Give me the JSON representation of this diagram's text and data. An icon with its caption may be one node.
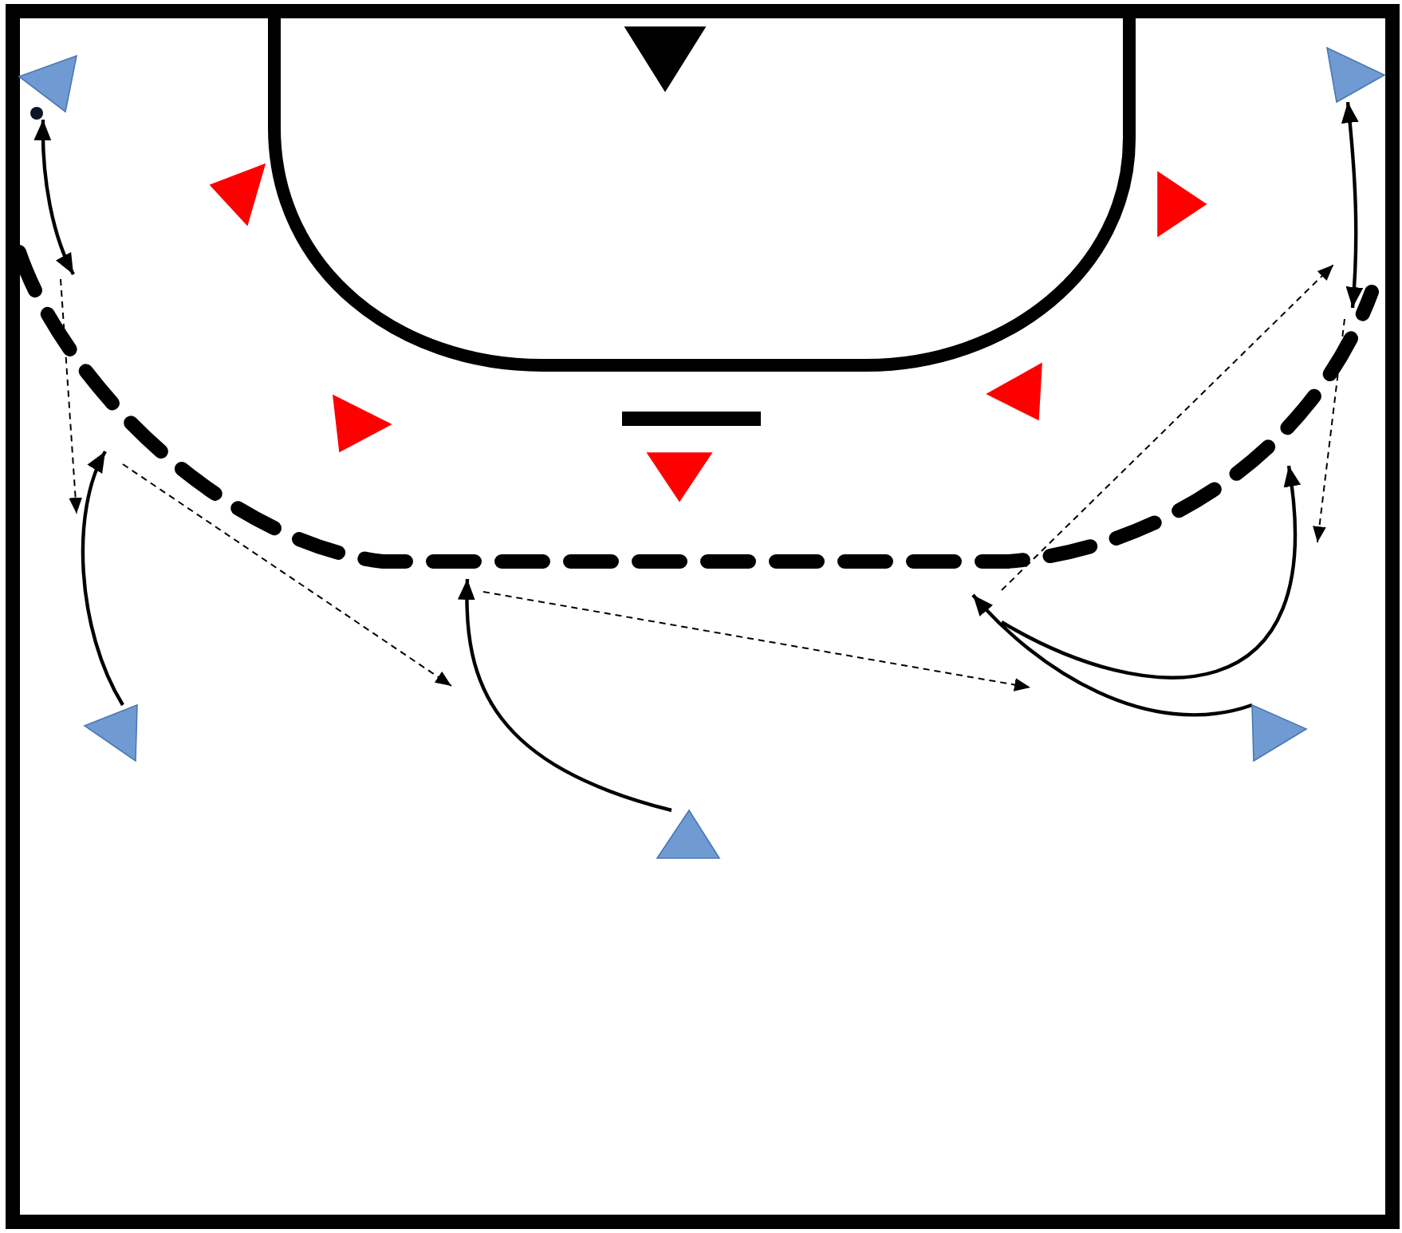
{
  "diagram": {
    "nodes": [
      {
        "text": [],
        "shape": "triangle"
      },
      {
        "text": [],
        "shape": "triangle"
      },
      {
        "text": [],
        "shape": "triangle"
      },
      {
        "text": [],
        "shape": "circle"
      },
      {
        "text": [],
        "shape": "triangle"
      },
      {
        "text": [],
        "shape": "triangle"
      },
      {
        "text": [],
        "shape": "triangle"
      },
      {
        "text": [],
        "shape": "triangle"
      },
      {
        "text": [],
        "shape": "triangle"
      },
      {
        "text": [],
        "shape": "triangle"
      },
      {
        "text": [],
        "shape": "triangle"
      },
      {
        "text": [],
        "shape": "triangle"
      }
    ],
    "edges": [
      {
        "from": 3,
        "to": null,
        "arrow": "both"
      },
      {
        "from": 9,
        "to": null,
        "arrow": "to"
      },
      {
        "from": 11,
        "to": null,
        "arrow": "to"
      },
      {
        "from": 10,
        "to": null,
        "arrow": "to"
      },
      {
        "from": 2,
        "to": null,
        "arrow": "both"
      }
    ]
  }
}
